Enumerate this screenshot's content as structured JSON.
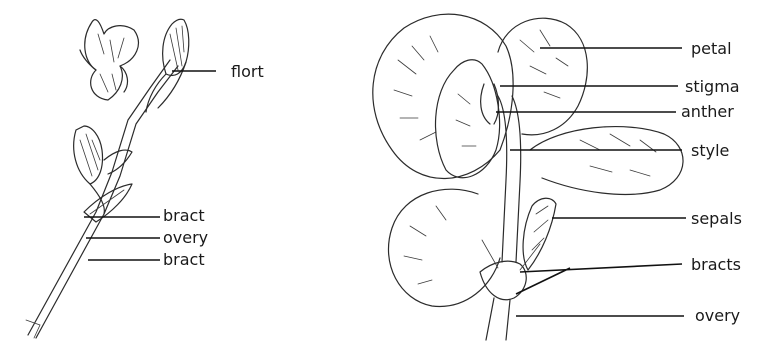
{
  "left_figure": {
    "labels": {
      "flort": "flort",
      "bract_upper": "bract",
      "overy": "overy",
      "bract_lower": "bract"
    }
  },
  "right_figure": {
    "labels": {
      "petal": "petal",
      "stigma": "stigma",
      "anther": "anther",
      "style": "style",
      "sepals": "sepals",
      "bracts": "bracts",
      "overy": "overy"
    }
  }
}
